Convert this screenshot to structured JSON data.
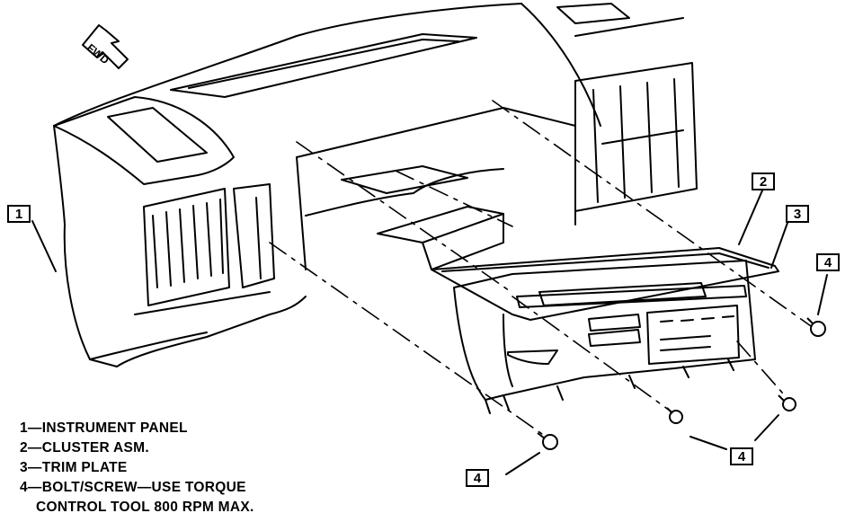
{
  "diagram": {
    "fwd_label": "FWD",
    "callouts": {
      "c1": "1",
      "c2": "2",
      "c3": "3",
      "c4a": "4",
      "c4b": "4",
      "c4c": "4"
    },
    "legend": [
      "1—INSTRUMENT PANEL",
      "2—CLUSTER ASM.",
      "3—TRIM PLATE",
      "4—BOLT/SCREW—USE TORQUE",
      "CONTROL TOOL 800 RPM MAX."
    ]
  }
}
